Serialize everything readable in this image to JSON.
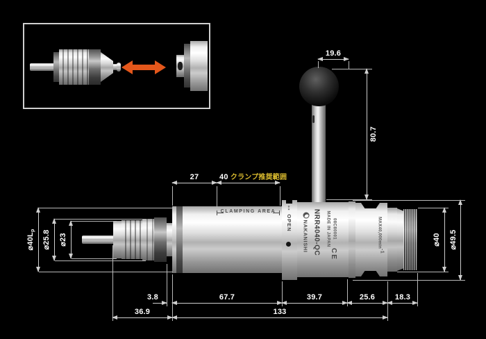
{
  "drawing": {
    "product": "NRR4040-QC spindle dimensional drawing"
  },
  "dims": {
    "knob_offset": "19.6",
    "lever_height": "80.7",
    "front_clamp_offset": "27",
    "clamp_range_value": "40",
    "clamp_range_label": "クランプ推奨範囲",
    "front_outer_dia": "⌀40L",
    "front_outer_dia_sub": "p",
    "chuck_dia": "⌀25.8",
    "chuck_front_dia": "⌀23",
    "rear_thread_dia": "⌀40",
    "max_body_dia": "⌀49.5",
    "flange_gap": "3.8",
    "front_body_len": "67.7",
    "mid_len": "39.7",
    "rear_len": "25.6",
    "thread_len": "18.3",
    "front_assembly_len": "36.9",
    "body_len": "133"
  },
  "markings": {
    "clamping_area": "CLAMPING AREA",
    "open_arrow": "↕",
    "open": "OPEN",
    "brand": "NAKANISHI",
    "model": "NRR4040-QC",
    "origin": "MADE IN JAPAN",
    "serial": "08C80001",
    "ce_mark": "CE",
    "max_speed": "MAX40,000min",
    "max_speed_sup": "-1"
  },
  "colors": {
    "background": "#000000",
    "dimension_line": "#cfcfcf",
    "dimension_text": "#ffffff",
    "highlight_yellow": "#d8b92e",
    "accent_orange": "#e4571b",
    "etched_text": "#4a4a4a"
  }
}
